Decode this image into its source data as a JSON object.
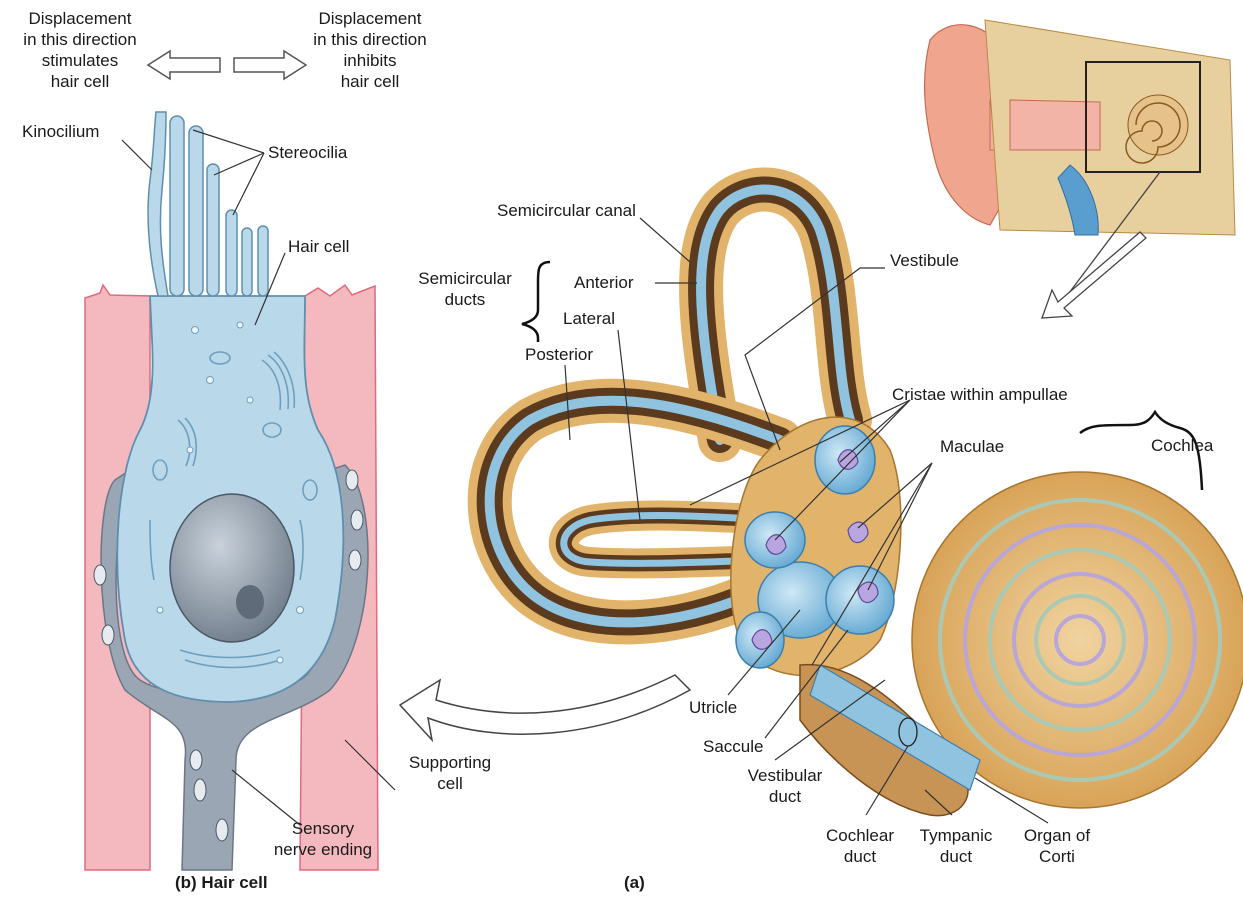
{
  "figure": {
    "displacement_left": [
      "Displacement",
      "in this direction",
      "stimulates",
      "hair cell"
    ],
    "displacement_right": [
      "Displacement",
      "in this direction",
      "inhibits",
      "hair cell"
    ],
    "hair_cell_labels": {
      "kinocilium": "Kinocilium",
      "stereocilia": "Stereocilia",
      "hair_cell": "Hair cell",
      "supporting_cell": [
        "Supporting",
        "cell"
      ],
      "sensory_nerve": [
        "Sensory",
        "nerve ending"
      ]
    },
    "ear_labels": {
      "semicircular_canal": "Semicircular canal",
      "semicircular_ducts": [
        "Semicircular",
        "ducts"
      ],
      "anterior": "Anterior",
      "lateral": "Lateral",
      "posterior": "Posterior",
      "vestibule": "Vestibule",
      "cristae": "Cristae within ampullae",
      "maculae": "Maculae",
      "cochlea": "Cochlea",
      "utricle": "Utricle",
      "saccule": "Saccule",
      "vestibular_duct": [
        "Vestibular",
        "duct"
      ],
      "cochlear_duct": [
        "Cochlear",
        "duct"
      ],
      "tympanic_duct": [
        "Tympanic",
        "duct"
      ],
      "organ_of_corti": [
        "Organ of",
        "Corti"
      ]
    },
    "captions": {
      "b": "(b) Hair cell",
      "a": "(a)"
    }
  },
  "colors": {
    "cytoplasm": "#b9d8ea",
    "supporting_tissue": "#f4b8bf",
    "bone": "#e2b36a",
    "duct_dark": "#5b3a1e",
    "endolymph": "#8fc3e0",
    "nucleus": "#8d9aa8"
  }
}
